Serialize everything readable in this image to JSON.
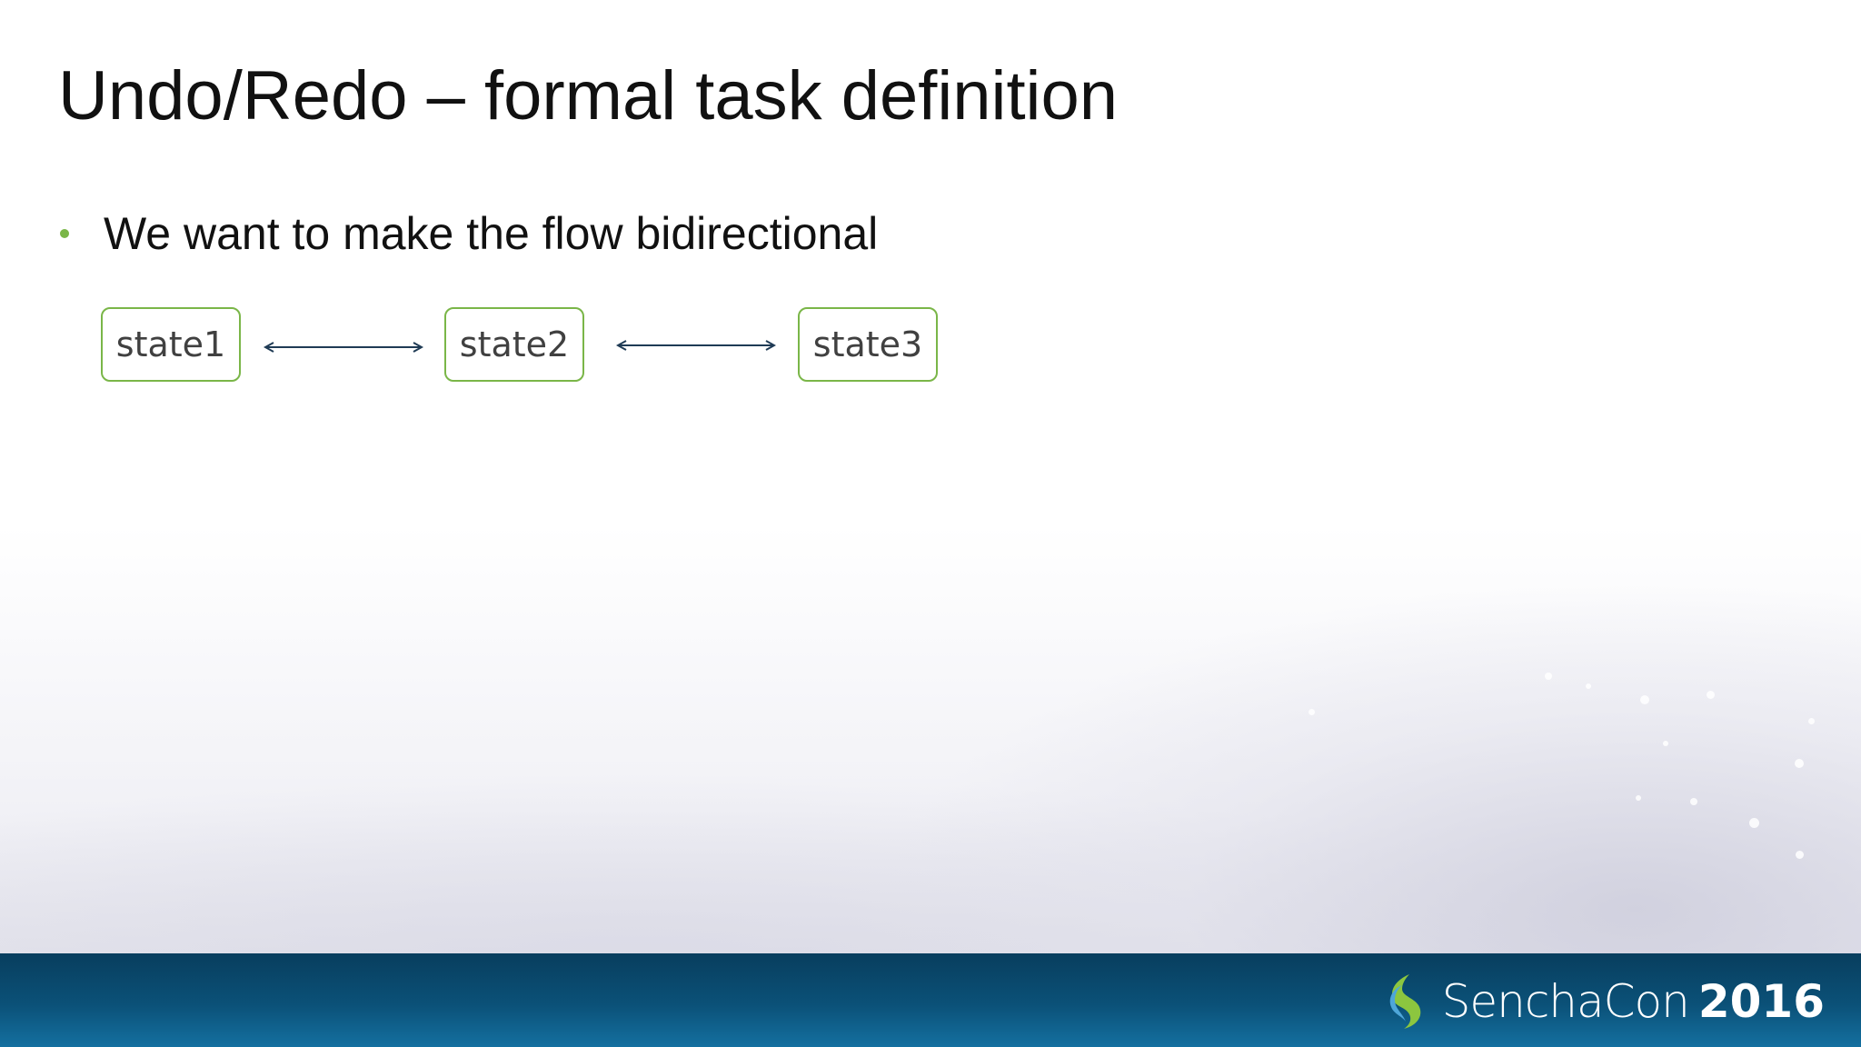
{
  "slide": {
    "title": "Undo/Redo – formal task definition",
    "bullets": [
      {
        "text": "We want to make the flow bidirectional"
      }
    ],
    "diagram": {
      "states": [
        "state1",
        "state2",
        "state3"
      ],
      "arrows": [
        "bidirectional",
        "bidirectional"
      ]
    }
  },
  "footer": {
    "brand": "SenchaCon",
    "year": "2016",
    "logo_icon": "sencha-leaf-icon"
  },
  "colors": {
    "accent": "#7ab648",
    "arrow": "#1f3b55",
    "footer_bar": "#0b5178"
  }
}
